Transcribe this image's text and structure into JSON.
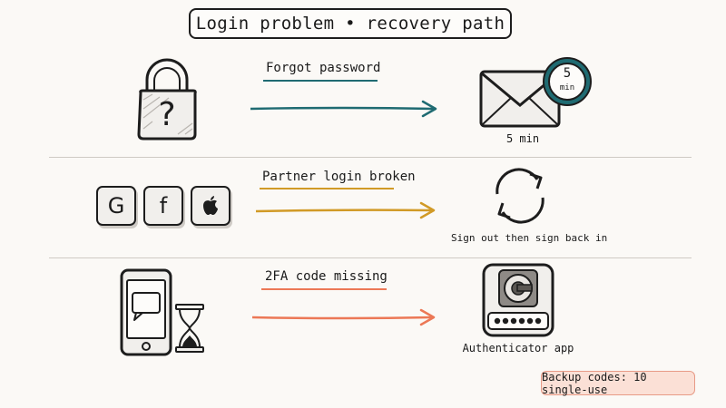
{
  "title": "Login problem • recovery path",
  "colors": {
    "teal": "#1f6b72",
    "amber": "#d19a26",
    "coral": "#ec7856",
    "ink": "#1d1d1d",
    "badge_bg": "#fbe0d6",
    "badge_border": "#e79a86"
  },
  "rows": [
    {
      "problem": "Forgot password",
      "problem_icon": "padlock-question-icon",
      "solution_icon": "envelope-timer-icon",
      "timer_value": "5",
      "timer_unit": "min",
      "caption": "5 min"
    },
    {
      "problem": "Partner login broken",
      "problem_icon": "social-login-keys-icon",
      "keys": [
        "G",
        "f"
      ],
      "solution_icon": "refresh-icon",
      "caption": "Sign out then sign back in"
    },
    {
      "problem": "2FA code missing",
      "problem_icon": "phone-hourglass-icon",
      "solution_icon": "authenticator-app-icon",
      "caption": "Authenticator app"
    }
  ],
  "badge": "Backup codes: 10 single-use"
}
